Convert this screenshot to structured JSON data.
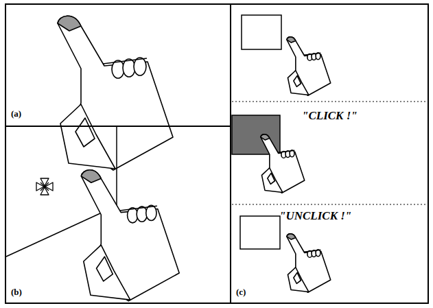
{
  "diagram": {
    "nodes": [
      {
        "text": [
          "(a)"
        ]
      },
      {
        "text": [
          "(b)"
        ]
      },
      {
        "text": [
          "(c)"
        ]
      }
    ],
    "labels": [
      "\"CLICK !\"",
      "\"UNCLICK !\""
    ]
  }
}
